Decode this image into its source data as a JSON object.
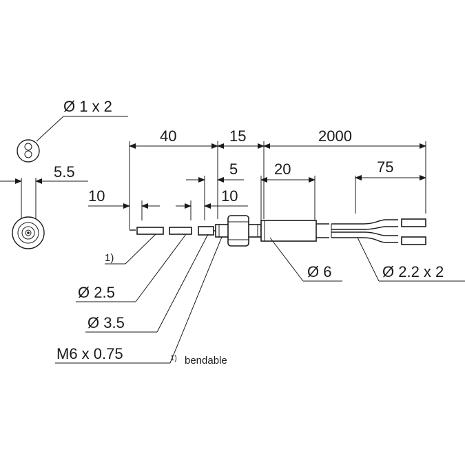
{
  "dims": {
    "d_fiber": "Ø 1 x 2",
    "tip_dia": "5.5",
    "len_40": "40",
    "len_15": "15",
    "len_2000": "2000",
    "len_5": "5",
    "len_20": "20",
    "len_75": "75",
    "len_10_left": "10",
    "len_10_right": "10",
    "d_25": "Ø 2.5",
    "d_35": "Ø 3.5",
    "thread": "M6 x 0.75",
    "d_6": "Ø 6",
    "d_cable": "Ø 2.2 x 2"
  },
  "footnote": {
    "marker": "1)",
    "text": "bendable"
  }
}
